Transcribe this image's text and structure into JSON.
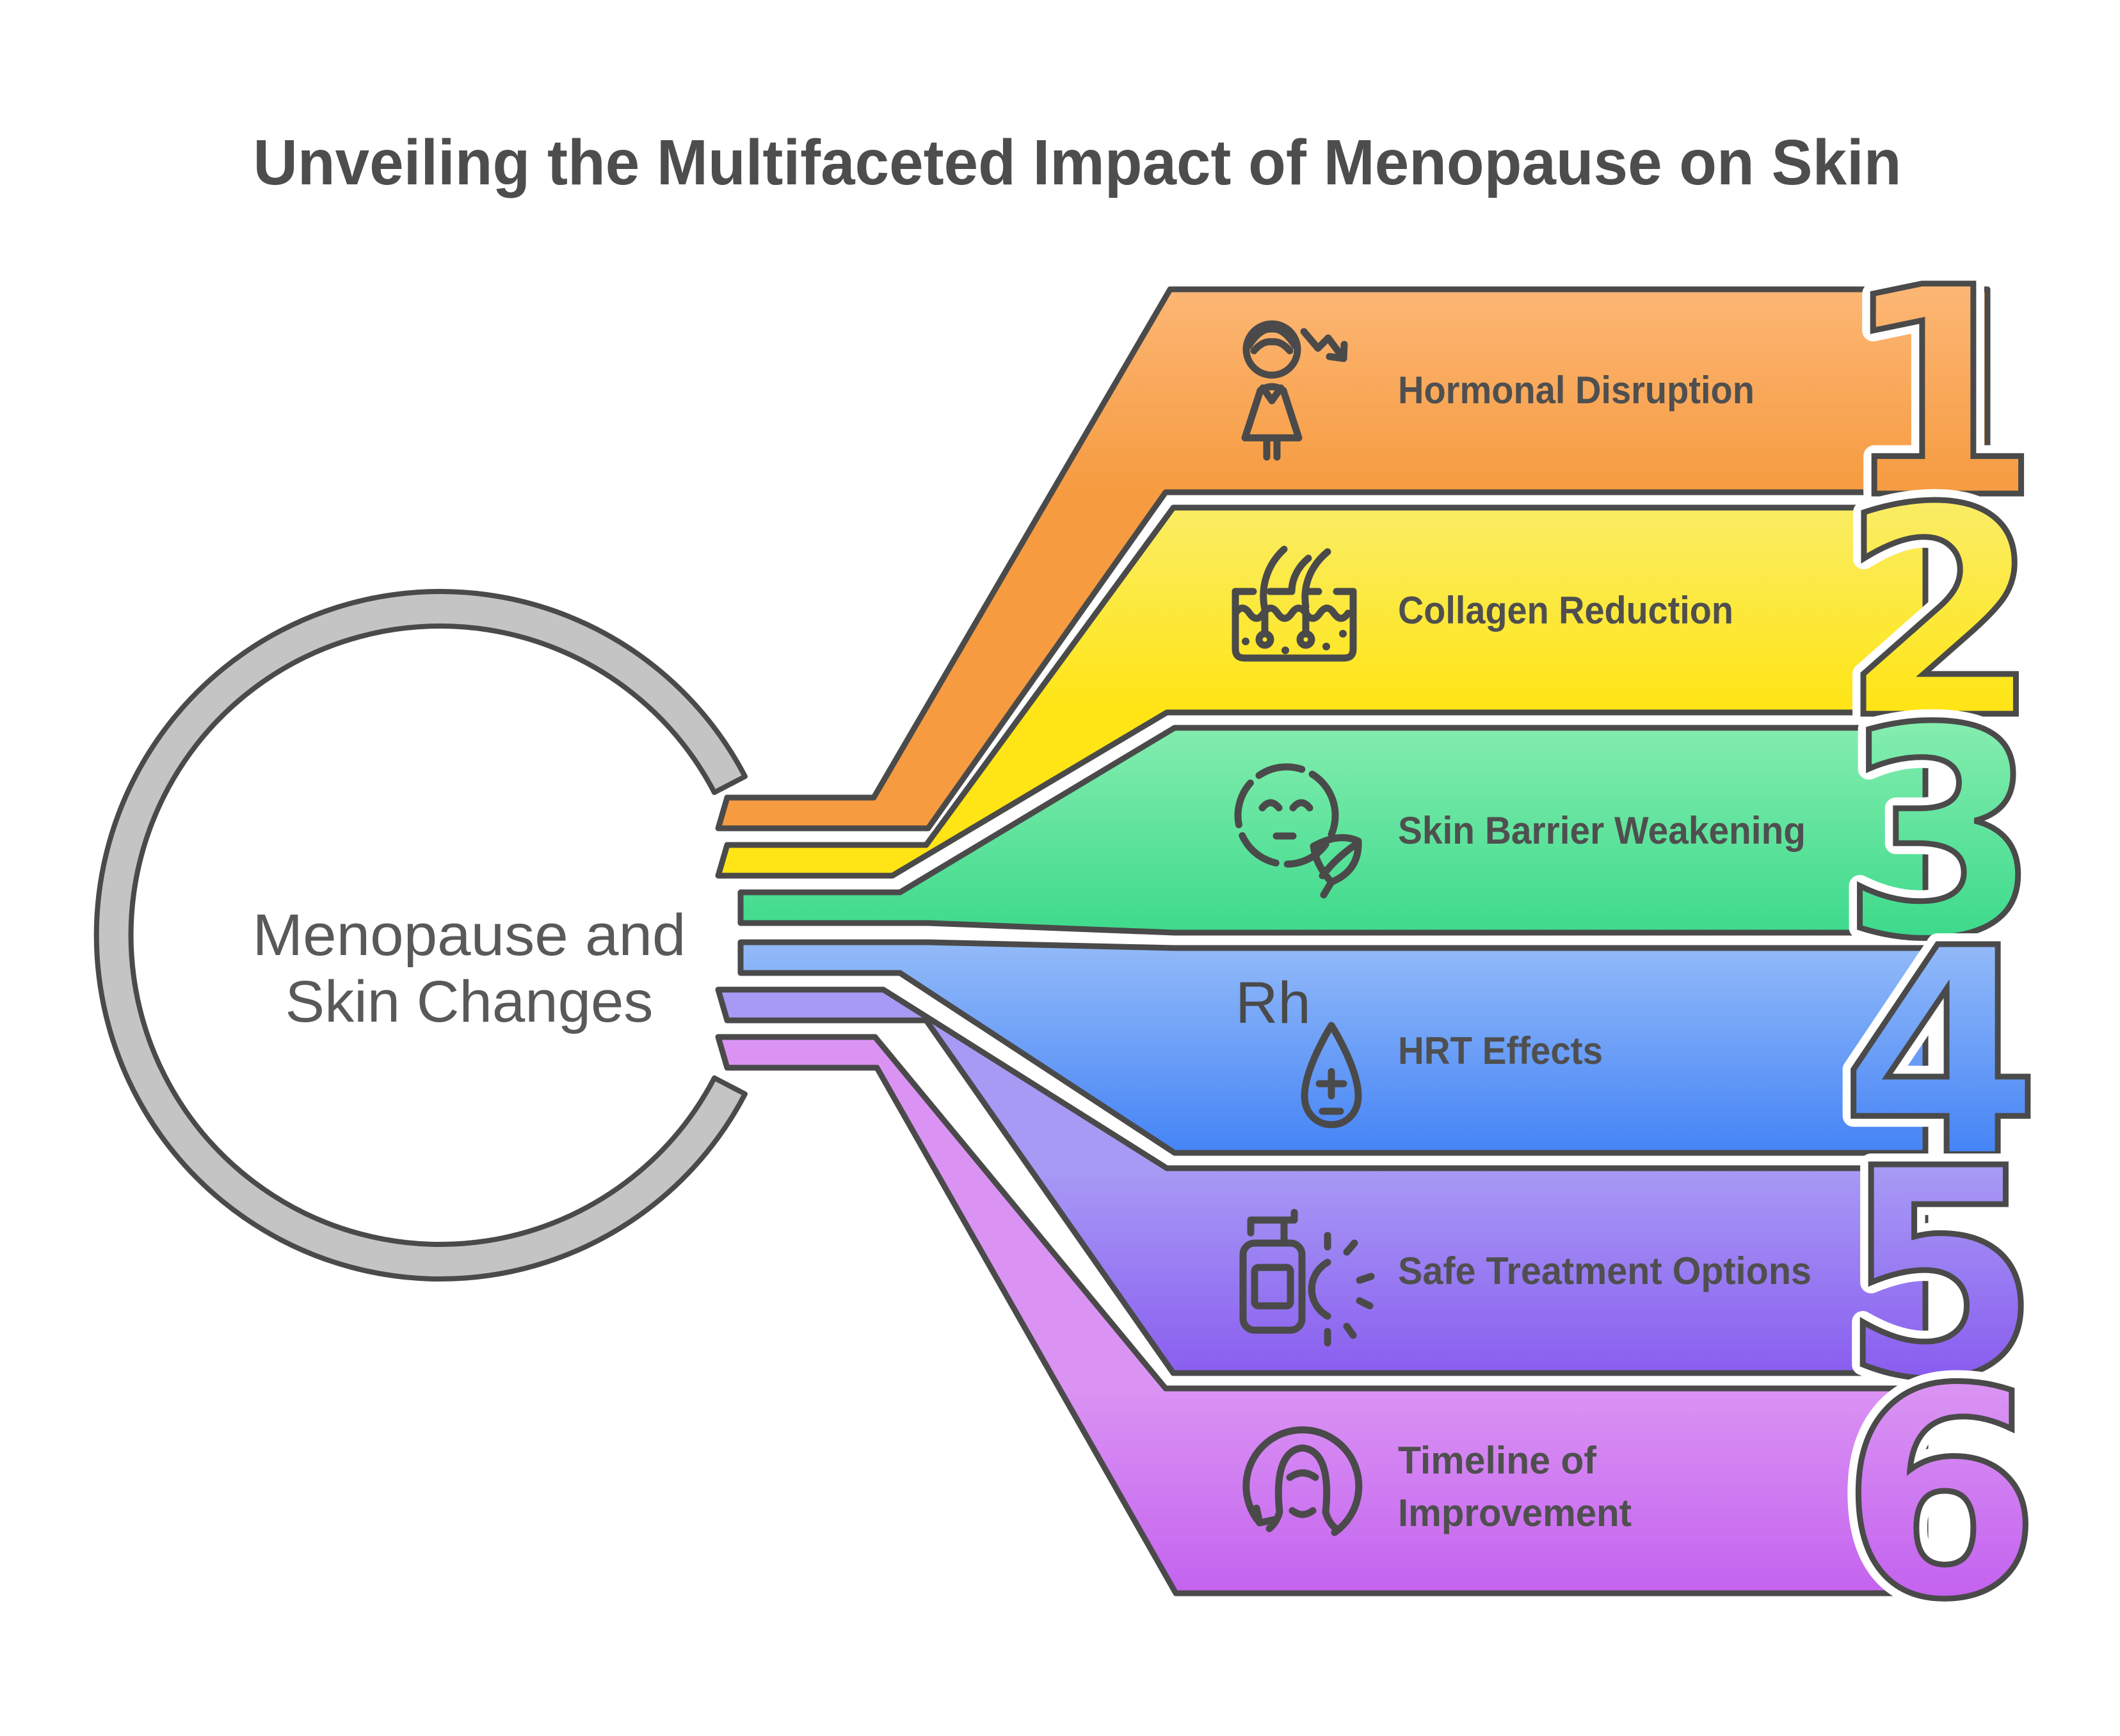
{
  "title": "Unveiling the Multifaceted Impact of Menopause on Skin",
  "center_circle": {
    "line1": "Menopause and",
    "line2": "Skin Changes"
  },
  "bands": [
    {
      "number": "1",
      "lines": [
        "Hormonal Disruption"
      ],
      "icon": "woman-hormone-decline-icon",
      "color_top": "#FCB674",
      "color_bottom": "#F69B40"
    },
    {
      "number": "2",
      "lines": [
        "Collagen Reduction"
      ],
      "icon": "skin-cross-section-icon",
      "color_top": "#FAEC63",
      "color_bottom": "#FFE515"
    },
    {
      "number": "3",
      "lines": [
        "Skin Barrier Weakening"
      ],
      "icon": "face-leaf-icon",
      "color_top": "#83EDAE",
      "color_bottom": "#3EDA8C"
    },
    {
      "number": "4",
      "lines": [
        "HRT Effects"
      ],
      "icon": "rh-droplet-icon",
      "icon_text": "Rh",
      "color_top": "#91B9F8",
      "color_bottom": "#4584F6"
    },
    {
      "number": "5",
      "lines": [
        "Safe Treatment Options"
      ],
      "icon": "lotion-pump-sun-icon",
      "color_top": "#A79AF5",
      "color_bottom": "#8A5EEF"
    },
    {
      "number": "6",
      "lines": [
        "Timeline of",
        "Improvement"
      ],
      "icon": "woman-renewal-icon",
      "color_top": "#DA93F3",
      "color_bottom": "#C463EF"
    }
  ],
  "colors": {
    "outline": "#4A4A4A",
    "ring_fill": "#C4C4C4",
    "title_text": "#4D4D4D",
    "label_text": "#4F4F4F",
    "center_text": "#595959",
    "background": "#FFFFFF",
    "number_halo": "#FFFFFF"
  }
}
